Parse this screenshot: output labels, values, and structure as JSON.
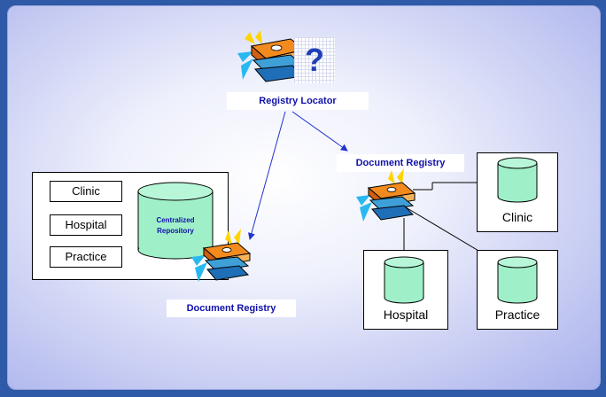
{
  "labels": {
    "registry_locator": "Registry Locator",
    "document_registry_right": "Document Registry",
    "document_registry_left": "Document Registry",
    "question_mark": "?"
  },
  "left_group": {
    "items": [
      "Clinic",
      "Hospital",
      "Practice"
    ],
    "repository_line1": "Centralized",
    "repository_line2": "Repository"
  },
  "right_group": {
    "clinic": "Clinic",
    "hospital": "Hospital",
    "practice": "Practice"
  },
  "colors": {
    "background": "#2e5aa8",
    "cylinder": "#9ff0c8",
    "label_text": "#1111aa",
    "arrow": "#2233cc"
  }
}
